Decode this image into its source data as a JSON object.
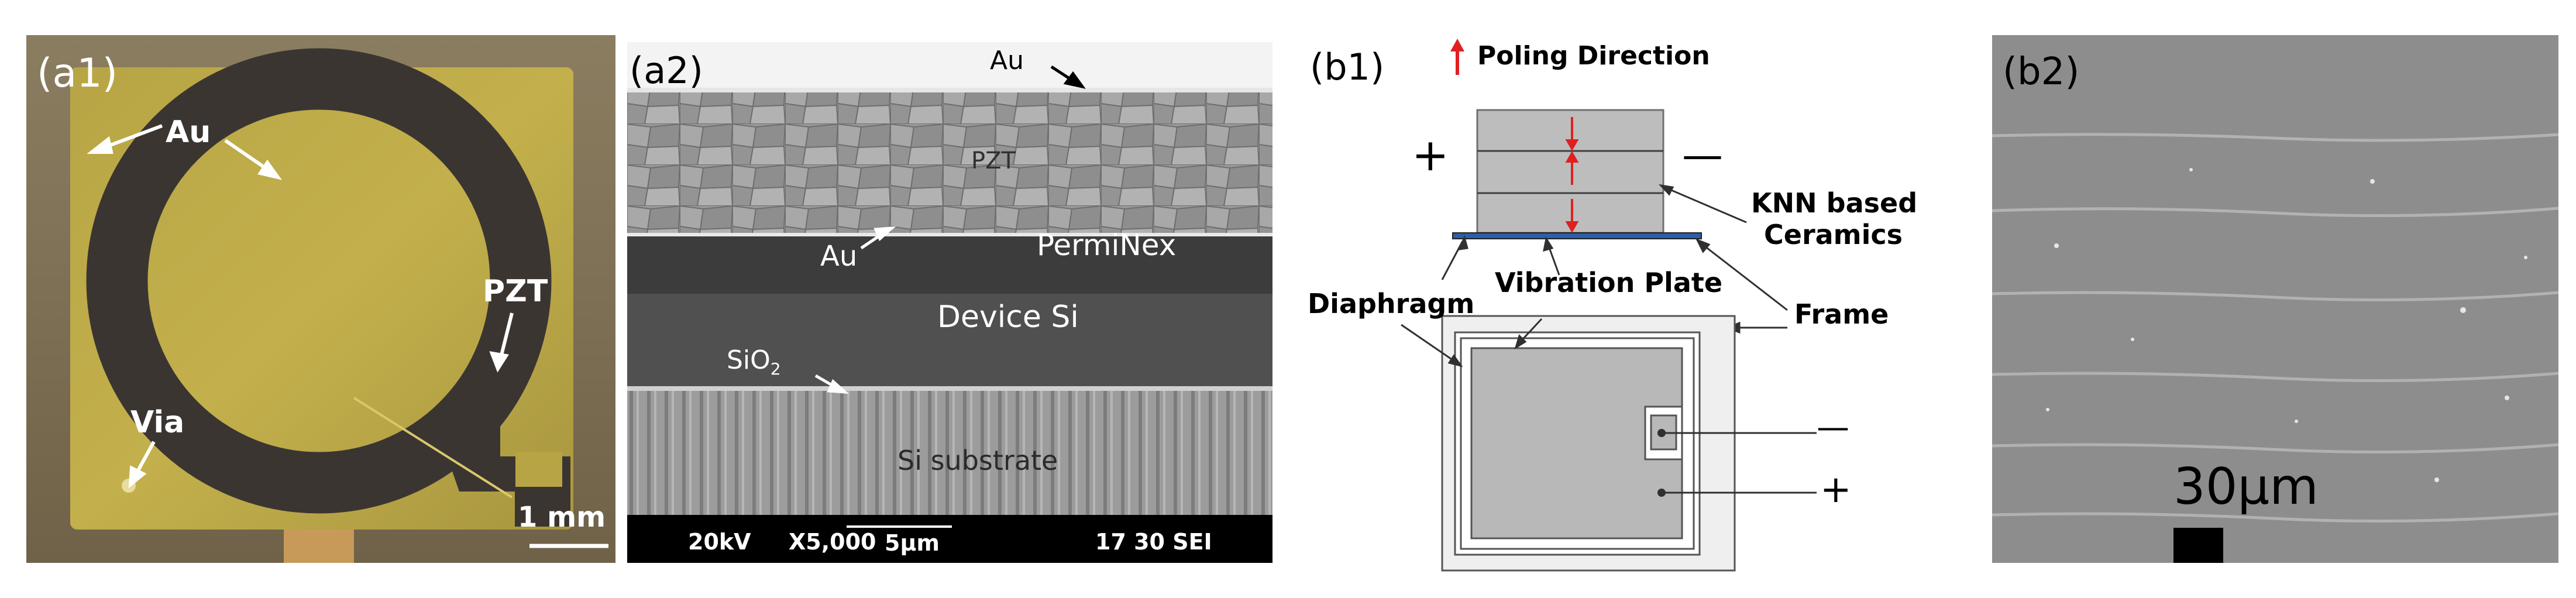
{
  "panel_a1": {
    "label": "(a1)",
    "au": "Au",
    "pzt": "PZT",
    "via": "Via",
    "scale": "1 mm"
  },
  "panel_a2": {
    "label": "(a2)",
    "au_top": "Au",
    "pzt": "PZT",
    "au_mid": "Au",
    "perminex": "PermiNex",
    "device_si": "Device Si",
    "sio2": "SiO",
    "sio2_sub": "2",
    "si_substrate": "Si substrate",
    "bar_kv": "20kV",
    "bar_mag": "X5,000",
    "bar_scale": "5μm",
    "bar_info": "17 30 SEI"
  },
  "panel_b1": {
    "label": "(b1)",
    "poling": "Poling Direction",
    "plus_top": "+",
    "minus_top": "—",
    "knn_line1": "KNN based",
    "knn_line2": "Ceramics",
    "vibration_plate": "Vibration Plate",
    "diaphragm": "Diaphragm",
    "frame": "Frame",
    "minus_bottom": "—",
    "plus_bottom": "+"
  },
  "panel_b2": {
    "label": "(b2)",
    "scale": "30μm"
  }
}
